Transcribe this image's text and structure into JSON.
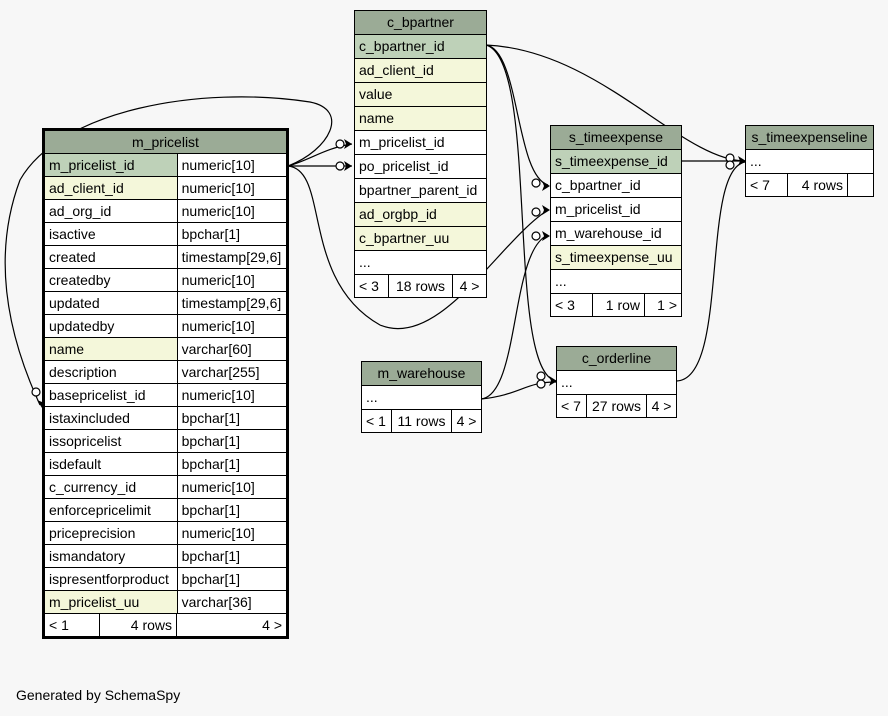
{
  "footer": "Generated by SchemaSpy",
  "tables": {
    "m_pricelist": {
      "title": "m_pricelist",
      "columns": [
        {
          "name": "m_pricelist_id",
          "type": "numeric[10]"
        },
        {
          "name": "ad_client_id",
          "type": "numeric[10]"
        },
        {
          "name": "ad_org_id",
          "type": "numeric[10]"
        },
        {
          "name": "isactive",
          "type": "bpchar[1]"
        },
        {
          "name": "created",
          "type": "timestamp[29,6]"
        },
        {
          "name": "createdby",
          "type": "numeric[10]"
        },
        {
          "name": "updated",
          "type": "timestamp[29,6]"
        },
        {
          "name": "updatedby",
          "type": "numeric[10]"
        },
        {
          "name": "name",
          "type": "varchar[60]"
        },
        {
          "name": "description",
          "type": "varchar[255]"
        },
        {
          "name": "basepricelist_id",
          "type": "numeric[10]"
        },
        {
          "name": "istaxincluded",
          "type": "bpchar[1]"
        },
        {
          "name": "issopricelist",
          "type": "bpchar[1]"
        },
        {
          "name": "isdefault",
          "type": "bpchar[1]"
        },
        {
          "name": "c_currency_id",
          "type": "numeric[10]"
        },
        {
          "name": "enforcepricelimit",
          "type": "bpchar[1]"
        },
        {
          "name": "priceprecision",
          "type": "numeric[10]"
        },
        {
          "name": "ismandatory",
          "type": "bpchar[1]"
        },
        {
          "name": "ispresentforproduct",
          "type": "bpchar[1]"
        },
        {
          "name": "m_pricelist_uu",
          "type": "varchar[36]"
        }
      ],
      "footer": {
        "parents": "< 1",
        "rows": "4 rows",
        "children": "4 >"
      }
    },
    "c_bpartner": {
      "title": "c_bpartner",
      "columns": [
        "c_bpartner_id",
        "ad_client_id",
        "value",
        "name",
        "m_pricelist_id",
        "po_pricelist_id",
        "bpartner_parent_id",
        "ad_orgbp_id",
        "c_bpartner_uu",
        "..."
      ],
      "footer": {
        "parents": "< 3",
        "rows": "18 rows",
        "children": "4 >"
      }
    },
    "s_timeexpense": {
      "title": "s_timeexpense",
      "columns": [
        "s_timeexpense_id",
        "c_bpartner_id",
        "m_pricelist_id",
        "m_warehouse_id",
        "s_timeexpense_uu",
        "..."
      ],
      "footer": {
        "parents": "< 3",
        "rows": "1 row",
        "children": "1 >"
      }
    },
    "s_timeexpenseline": {
      "title": "s_timeexpenseline",
      "columns": [
        "..."
      ],
      "footer": {
        "parents": "< 7",
        "rows": "4 rows",
        "children": ""
      }
    },
    "m_warehouse": {
      "title": "m_warehouse",
      "columns": [
        "..."
      ],
      "footer": {
        "parents": "< 1",
        "rows": "11 rows",
        "children": "4 >"
      }
    },
    "c_orderline": {
      "title": "c_orderline",
      "columns": [
        "..."
      ],
      "footer": {
        "parents": "< 7",
        "rows": "27 rows",
        "children": "4 >"
      }
    }
  },
  "colors": {
    "header": "#9bab96",
    "primary_key": "#bed1b8",
    "foreign_key": "#f4f7da",
    "background": "#f7f7f7"
  }
}
